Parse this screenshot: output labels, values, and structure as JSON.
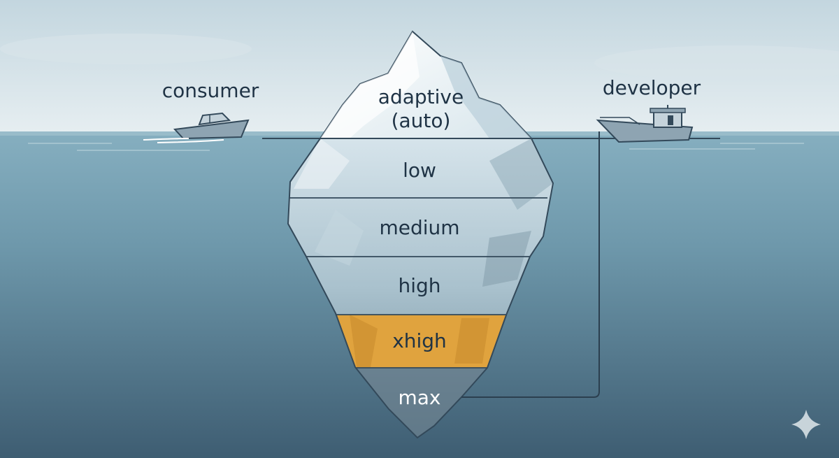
{
  "boats": {
    "consumer": "consumer",
    "developer": "developer"
  },
  "iceberg": {
    "tip": [
      "adaptive",
      "(auto)"
    ],
    "levels": [
      "low",
      "medium",
      "high",
      "xhigh",
      "max"
    ],
    "highlighted_level": "xhigh"
  },
  "colors": {
    "sky": "#cfdde4",
    "ocean_surface": "#7ea7b8",
    "ocean_deep": "#3d5c70",
    "highlight": "#e0a33e",
    "ink": "#1f3345"
  },
  "icons": {
    "corner": "sparkle-icon"
  }
}
